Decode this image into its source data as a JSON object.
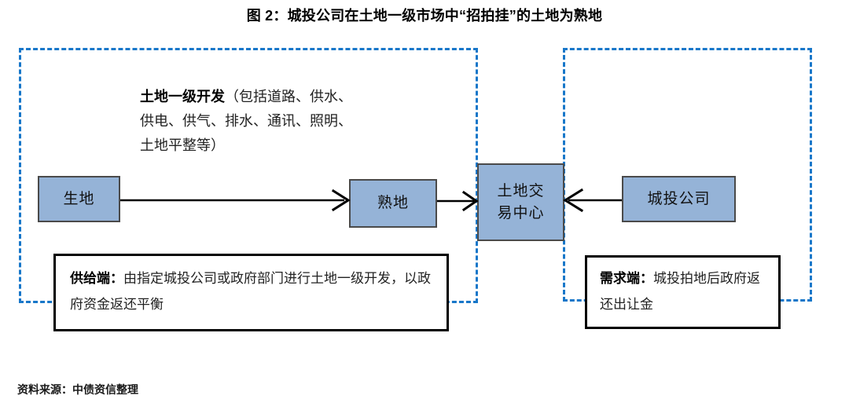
{
  "figure": {
    "title": "图 2：城投公司在土地一级市场中“招拍挂”的土地为熟地",
    "source": "资料来源：中债资信整理"
  },
  "regions": {
    "supply": {
      "name": "supply-side-region"
    },
    "demand": {
      "name": "demand-side-region"
    }
  },
  "nodes": {
    "raw_land": "生地",
    "developed_land": "熟地",
    "trade_center_line1": "土地交",
    "trade_center_line2": "易中心",
    "city_investment": "城投公司"
  },
  "development_note": {
    "lead": "土地一级开发",
    "body": "（包括道路、供水、供电、供气、排水、通讯、照明、土地平整等）"
  },
  "captions": {
    "supply": {
      "lead": "供给端：",
      "body": "由指定城投公司或政府部门进行土地一级开发，以政府资金返还平衡"
    },
    "demand": {
      "lead": "需求端：",
      "body": "城投拍地后政府返还出让金"
    }
  },
  "arrows": [
    {
      "name": "arrow-raw-to-developed",
      "from": "生地",
      "to": "熟地",
      "direction": "right"
    },
    {
      "name": "arrow-developed-to-center",
      "from": "熟地",
      "to": "土地交易中心",
      "direction": "right"
    },
    {
      "name": "arrow-city-invest-to-center",
      "from": "城投公司",
      "to": "土地交易中心",
      "direction": "left"
    }
  ],
  "colors": {
    "node_fill": "#95B3D7",
    "node_border": "#4A4A4A",
    "region_dashed": "#1877C9",
    "caption_border": "#000000",
    "arrow": "#000000"
  }
}
